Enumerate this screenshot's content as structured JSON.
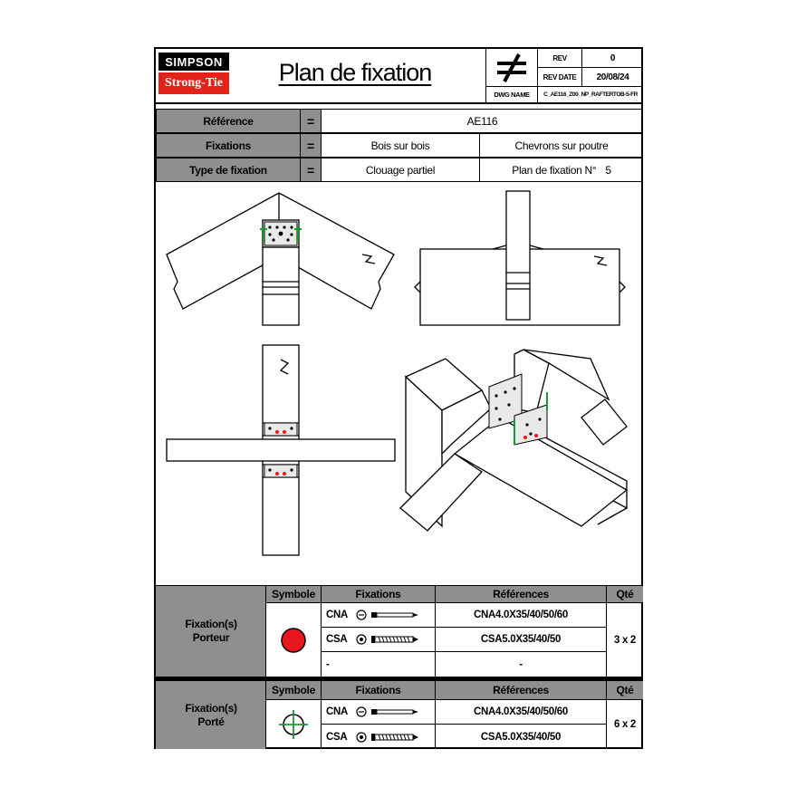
{
  "brand": {
    "top": "SIMPSON",
    "bottom": "Strong-Tie",
    "accent": "#e2231a"
  },
  "title": "Plan de fixation",
  "rev": {
    "label": "REV",
    "value": "0",
    "date_label": "REV DATE",
    "date_value": "20/08/24",
    "dwg_label": "DWG NAME",
    "dwg_value": "C_AE116_Z00_NP_RAFTERTOB-5-FR"
  },
  "info": [
    {
      "label": "Référence",
      "eq": "=",
      "value": "AE116"
    },
    {
      "label": "Fixations",
      "eq": "=",
      "value1": "Bois sur bois",
      "value2": "Chevrons sur poutre"
    },
    {
      "label": "Type de fixation",
      "eq": "=",
      "value1": "Clouage partiel",
      "value2_label": "Plan de fixation N°",
      "value2_num": "5"
    }
  ],
  "table1": {
    "group_label": "Fixation(s)\nPorteur",
    "col_symbole": "Symbole",
    "col_fixations": "Fixations",
    "col_references": "Références",
    "col_qte": "Qté",
    "rows": [
      {
        "type": "CNA",
        "ref": "CNA4.0X35/40/50/60"
      },
      {
        "type": "CSA",
        "ref": "CSA5.0X35/40/50"
      },
      {
        "type": "-",
        "ref": "-"
      }
    ],
    "qty": "3 x 2",
    "symbol_color": "#e8171d"
  },
  "table2": {
    "group_label": "Fixation(s)\nPorté",
    "col_symbole": "Symbole",
    "col_fixations": "Fixations",
    "col_references": "Références",
    "col_qte": "Qté",
    "rows": [
      {
        "type": "CNA",
        "ref": "CNA4.0X35/40/50/60"
      },
      {
        "type": "CSA",
        "ref": "CSA5.0X35/40/50"
      }
    ],
    "qty": "6 x 2",
    "symbol_color": "#1a9a2e"
  },
  "icons": {
    "not_equal": "not-equal-icon",
    "nail": "nail-icon",
    "screw": "screw-icon"
  }
}
